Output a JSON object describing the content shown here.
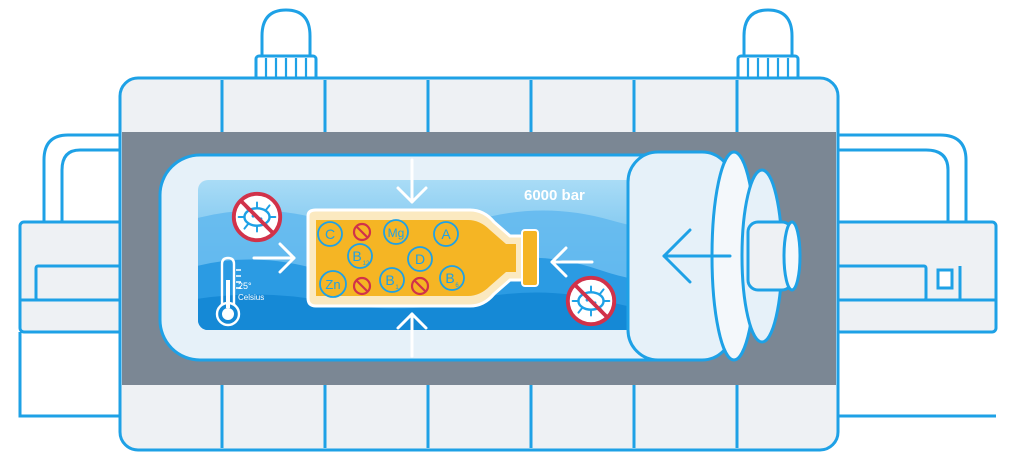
{
  "diagram": {
    "pressure_label": "6000 bar",
    "temperature_value": "25°",
    "temperature_unit": "Celsius",
    "nutrients": [
      {
        "symbol": "C",
        "sub": ""
      },
      {
        "symbol": "Mg",
        "sub": ""
      },
      {
        "symbol": "A",
        "sub": ""
      },
      {
        "symbol": "B",
        "sub": "12"
      },
      {
        "symbol": "D",
        "sub": ""
      },
      {
        "symbol": "Zn",
        "sub": ""
      },
      {
        "symbol": "B",
        "sub": "1"
      },
      {
        "symbol": "B",
        "sub": "6"
      }
    ]
  },
  "colors": {
    "outline": "#1ea1e6",
    "housing_fill": "#eef1f4",
    "chamber_gray": "#7b8794",
    "water_light": "#7cc6f0",
    "water_dark": "#1589d6",
    "bottle": "#f5b524",
    "prohibited": "#d1324a"
  }
}
